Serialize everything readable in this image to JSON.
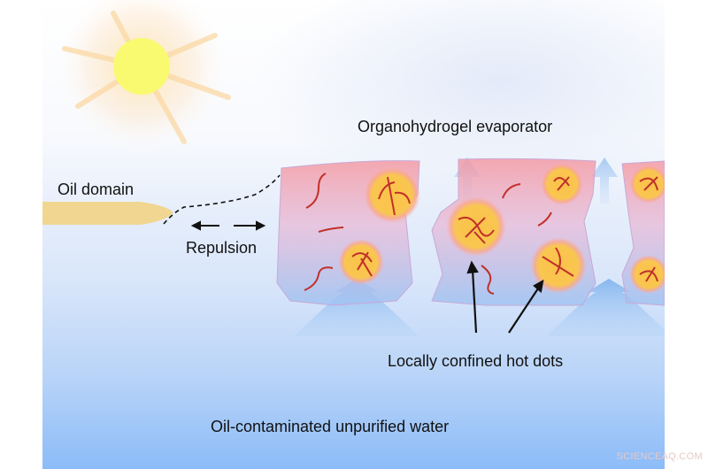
{
  "labels": {
    "evaporator": "Organohydrogel evaporator",
    "oil_domain": "Oil domain",
    "repulsion": "Repulsion",
    "hot_dots": "Locally confined hot dots",
    "water": "Oil-contaminated unpurified water"
  },
  "watermark": "SCIENCEAQ.COM",
  "colors": {
    "sun_core": "#fafa70",
    "sun_glow": "#fbd9a8",
    "oil": "#f0d690",
    "gel_top": "#f3a0a8",
    "gel_bottom": "#a8c8f4",
    "hot_dot": "#fbc850",
    "polymer_chain": "#c0302a",
    "vapor_arrow": "#8fbdf0"
  }
}
